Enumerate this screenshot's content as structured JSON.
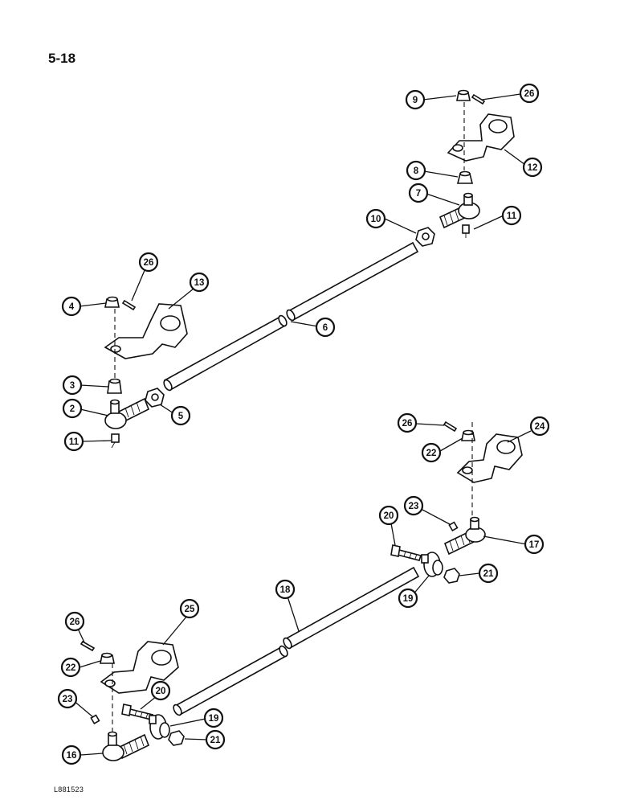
{
  "page": {
    "number": "5-18",
    "figure_id": "L881523"
  },
  "callouts": [
    {
      "label": "9"
    },
    {
      "label": "26"
    },
    {
      "label": "12"
    },
    {
      "label": "8"
    },
    {
      "label": "7"
    },
    {
      "label": "10"
    },
    {
      "label": "11"
    },
    {
      "label": "26"
    },
    {
      "label": "13"
    },
    {
      "label": "4"
    },
    {
      "label": "6"
    },
    {
      "label": "3"
    },
    {
      "label": "2"
    },
    {
      "label": "5"
    },
    {
      "label": "11"
    },
    {
      "label": "26"
    },
    {
      "label": "24"
    },
    {
      "label": "22"
    },
    {
      "label": "20"
    },
    {
      "label": "23"
    },
    {
      "label": "17"
    },
    {
      "label": "21"
    },
    {
      "label": "19"
    },
    {
      "label": "18"
    },
    {
      "label": "25"
    },
    {
      "label": "26"
    },
    {
      "label": "22"
    },
    {
      "label": "20"
    },
    {
      "label": "23"
    },
    {
      "label": "19"
    },
    {
      "label": "21"
    },
    {
      "label": "16"
    }
  ]
}
